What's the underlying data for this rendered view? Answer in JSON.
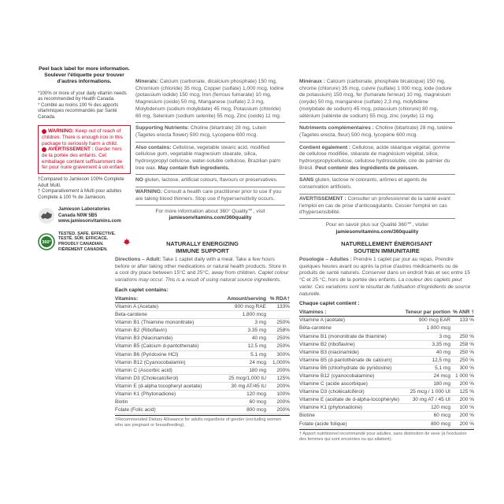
{
  "left": {
    "peel_en": "Peel back label for more information.",
    "peel_fr": "Soulever l'étiquette pour trouver d'autres informations.",
    "daily_value_en": "*100% or more of your daily vitamin needs as recommended by Health Canada.",
    "daily_value_fr": "* Comblé au moins 100 % des apports vitaminiques recommandés par Santé Canada.",
    "warning_en_label": "WARNING:",
    "warning_en": "Keep out of reach of children. There is enough iron in this package to seriously harm a child.",
    "warning_fr_label": "AVERTISSEMENT :",
    "warning_fr": "Garder hors de la portée des enfants. Cet emballage contient suffisamment de fer pour nuire gravement à un enfant.",
    "compared_en": "†Compared to Jamieson 100% Complete Adult Multi.",
    "compared_fr": "† Comparativement à Multi pour adultes Complete à 100 % de Jamieson.",
    "company_name": "Jamieson Laboratories",
    "company_address": "Canada  N0W 5B5",
    "company_web": "www.jamiesonvitamins.com",
    "badge_text": "TESTED. SAFE. EFFECTIVE. TESTÉ. SÛR. EFFICACE. PROUDLY CANADIAN. FIÈREMENT CANADIEN.",
    "badge_logo": "360"
  },
  "mid": {
    "minerals_label": "Minerals:",
    "minerals": "Calcium (carbonate, dicalcium phosphate) 150 mg, Chromium (chloride) 35 mcg, Copper (sulfate) 1,000 mcg, Iodine (potassium iodide) 150 mcg, Iron (ferrous fumarate) 10 mg, Magnesium (oxide) 50 mg, Manganese (sulfate) 2.3 mg, Molybdenum (sodium molybdate) 45 mcg, Potassium (chloride) 80 mg, Selenium (sodium selenite) 55 mcg, Zinc (oxide) 11 mg.",
    "supporting_label": "Supporting Nutrients:",
    "supporting": "Choline (bitartrate) 28 mg, Lutein (Tagetes erecta flower) 500 mcg, Lycopene 600 mcg.",
    "also_label": "Also contains:",
    "also": "Cellulose, vegetable stearic acid, modified cellulose gum, vegetable magnesium stearate, silica, hydroxypropyl cellulose, water-soluble cellulose, Brazilian palm tree wax.",
    "also_bold": "May contain fish ingredients.",
    "no_label": "NO",
    "no_text": "gluten, lactose, artificial colours, flavours or preservatives.",
    "warning_label": "WARNING:",
    "warning": "Consult a health care practitioner prior to use if you are taking blood thinners. Stop use if hypersensitivity occurs.",
    "more_info": "For more information about 360° Quality℠, visit",
    "more_url": "jamiesonvitamins.com/360quality"
  },
  "right": {
    "minerals_label": "Minéraux :",
    "minerals": "Calcium (carbonate, phosphate bicalcique) 150 mg, chrome (chlorure) 35 mcg, cuivre (sulfate) 1 000 mcg, iode (iodure de potassium) 150 mcg, fer (fumarate ferreux) 10 mg, magnésium (oxyde) 50 mg, manganèse (sulfate) 2,3 mg, molybdène (molybdate de sodium) 45 mcg, potassium (chlorure) 80 mg, sélénium (sélénite de sodium) 55 mcg, zinc (oxyde) 11 mg.",
    "supporting_label": "Nutriments complémentaires :",
    "supporting": "Choline (bitartrate) 28 mg, lutéine (Tagetes erecta, fleur) 500 mcg, lycopène 600 mcg.",
    "also_label": "Contient également :",
    "also": "Cellulose, acide stéarique végétal, gomme de cellulose modifiée, stéarate de magnésium végétal, silice, hydroxypropylcellulose, cellulose hydrosoluble, cire de palmier du Brésil.",
    "also_bold": "Peut contenir des ingrédients de poisson.",
    "no_label": "SANS",
    "no_text": "gluten, lactose ni colorants, arômes et agents de conservation artificiels.",
    "warning_label": "AVERTISSEMENT :",
    "warning": "Consulter un professionnel de la santé avant l'emploi en cas de prise d'anticoagulants. Cesser l'emploi en cas d'hypersensibilité.",
    "more_info": "Pour en savoir plus sur Qualité 360℠, visiter",
    "more_url": "jamiesonvitamins.com/360quality"
  },
  "en_panel": {
    "title1": "NATURALLY ENERGIZING",
    "title2": "IMMUNE SUPPORT",
    "directions_label": "Directions – Adult:",
    "directions": "Take 1 caplet daily with a meal. Take a few hours before or after taking other medications or natural health products. Store in a cool dry place between 15°C and 25°C, away from children.",
    "directions_italic": "Caplet colour variations may occur. This is a result of using natural source ingredients.",
    "contains": "Each caplet contains:",
    "col_name": "Vitamins:",
    "col_amount": "Amount/serving",
    "col_rda": "% RDA†",
    "rows": [
      {
        "name": "Vitamin A (Acetate)",
        "amount": "900 mcg RAE",
        "rda": "133%"
      },
      {
        "name": "Beta-carotene",
        "amount": "1,800 mcg",
        "rda": ""
      },
      {
        "name": "Vitamin B1 (Thiamine mononitrate)",
        "amount": "3 mg",
        "rda": "250%"
      },
      {
        "name": "Vitamin B2 (Riboflavin)",
        "amount": "3.35 mg",
        "rda": "258%"
      },
      {
        "name": "Vitamin B3 (Niacinamide)",
        "amount": "40 mg",
        "rda": "250%"
      },
      {
        "name": "Vitamin B5 (Calcium d-pantothenate)",
        "amount": "12.5 mg",
        "rda": "250%"
      },
      {
        "name": "Vitamin B6 (Pyridoxine HCl)",
        "amount": "5.1 mg",
        "rda": "300%"
      },
      {
        "name": "Vitamin B12 (Cyanocobalamin)",
        "amount": "24 mcg",
        "rda": "1,000%"
      },
      {
        "name": "Vitamin C (Ascorbic acid)",
        "amount": "180 mg",
        "rda": "200%"
      },
      {
        "name": "Vitamin D3 (Cholecalciferol)",
        "amount": "25 mcg/1,000 IU",
        "rda": "125%"
      },
      {
        "name": "Vitamin E (d-alpha tocopheryl acetate)",
        "amount": "30 mg AT/45 IU",
        "rda": "200%"
      },
      {
        "name": "Vitamin K1 (Phytonadione)",
        "amount": "120 mcg",
        "rda": "100%"
      },
      {
        "name": "Biotin",
        "amount": "60 mcg",
        "rda": "200%"
      },
      {
        "name": "Folate (Folic acid)",
        "amount": "800 mcg",
        "rda": "200%"
      }
    ],
    "footnote": "†Recommended Dietary Allowance for adults regardless of gender (excluding women who are pregnant or breastfeeding)."
  },
  "fr_panel": {
    "title1": "NATURELLEMENT ÉNERGISANT",
    "title2": "SOUTIEN IMMUNITAIRE",
    "directions_label": "Posologie – Adultes :",
    "directions": "Prendre 1 caplet par jour au repas. Prendre quelques heures avant ou après la prise d'autres médicaments ou de produits de santé naturels. Conserver dans un endroit frais et sec entre 15 °C et 25 °C, hors de la portée des enfants.",
    "directions_italic": "La couleur des caplets peut varier. Ces variations sont le résultat de l'utilisation d'ingrédients de source naturelle.",
    "contains": "Chaque caplet contient :",
    "col_name": "Vitamines :",
    "col_amount": "Teneur par portion",
    "col_rda": "% ANR †",
    "rows": [
      {
        "name": "Vitamine A (acétate)",
        "amount": "900 mcg EAR",
        "rda": "133 %"
      },
      {
        "name": "Bêta-carotène",
        "amount": "1 800 mcg",
        "rda": ""
      },
      {
        "name": "Vitamine B1 (mononitrate de thiamine)",
        "amount": "3 mg",
        "rda": "250 %"
      },
      {
        "name": "Vitamine B2 (riboflavine)",
        "amount": "3,35 mg",
        "rda": "258 %"
      },
      {
        "name": "Vitamine B3 (niacinamide)",
        "amount": "40 mg",
        "rda": "250 %"
      },
      {
        "name": "Vitamine B5 (d-pantothénate de calcium)",
        "amount": "12,5 mg",
        "rda": "250 %"
      },
      {
        "name": "Vitamine B6 (chlorhydrate de pyridoxine)",
        "amount": "5,1 mg",
        "rda": "300 %"
      },
      {
        "name": "Vitamine B12 (cyanocobalamine)",
        "amount": "24 mcg",
        "rda": "1 000 %"
      },
      {
        "name": "Vitamine C (acide ascorbique)",
        "amount": "180 mg",
        "rda": "200 %"
      },
      {
        "name": "Vitamine D3 (cholécalciférol)",
        "amount": "25 mcg / 1 000 UI",
        "rda": "125 %"
      },
      {
        "name": "Vitamine E (acétate de d-alpha-tocophéryle)",
        "amount": "30 mg AT / 45 UI",
        "rda": "200 %"
      },
      {
        "name": "Vitamine K1 (phytonadione)",
        "amount": "120 mcg",
        "rda": "100 %"
      },
      {
        "name": "Biotine",
        "amount": "60 mcg",
        "rda": "200 %"
      },
      {
        "name": "Folate (acide folique)",
        "amount": "800 mcg",
        "rda": "200 %"
      }
    ],
    "footnote": "† Apport nutritionnel recommandé pour adultes, sans distinction de sexe (à l'exclusion des femmes qui sont enceintes ou qui allaitent)."
  }
}
